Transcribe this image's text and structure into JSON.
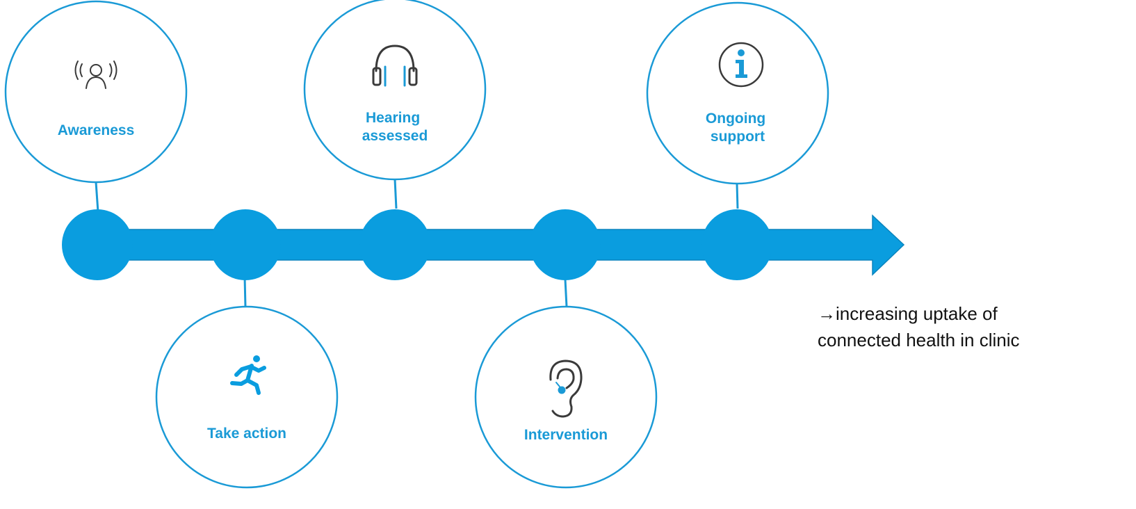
{
  "stages": [
    {
      "label_lines": [
        "Awareness"
      ],
      "icon": "broadcast-person-icon",
      "position": "above"
    },
    {
      "label_lines": [
        "Take action"
      ],
      "icon": "running-person-icon",
      "position": "below"
    },
    {
      "label_lines": [
        "Hearing",
        "assessed"
      ],
      "icon": "headphones-icon",
      "position": "above"
    },
    {
      "label_lines": [
        "Intervention"
      ],
      "icon": "ear-icon",
      "position": "below"
    },
    {
      "label_lines": [
        "Ongoing",
        "support"
      ],
      "icon": "info-icon",
      "position": "above"
    }
  ],
  "note": {
    "arrow_glyph": "→",
    "line1": "increasing uptake of",
    "line2": "connected health in clinic"
  },
  "colors": {
    "primary": "#0a9ddf",
    "label": "#1a9ad6",
    "circle_border": "#1a9ad6",
    "icon_dark": "#3a3a3a",
    "text": "#111111"
  }
}
